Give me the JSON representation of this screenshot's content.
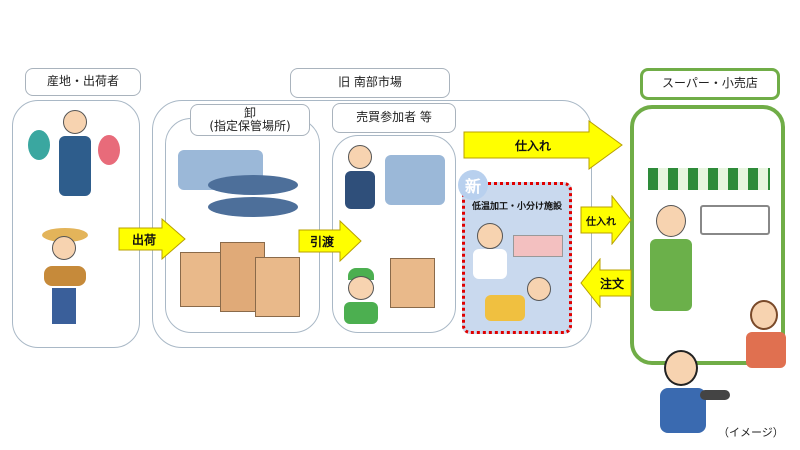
{
  "labels": {
    "producer": "産地・出荷者",
    "market": "旧 南部市場",
    "wholesale_line1": "卸",
    "wholesale_line2": "(指定保管場所)",
    "buyers": "売買参加者 等",
    "retail": "スーパー・小売店",
    "new_badge": "新",
    "facility": "低温加工・小分け施設",
    "image_note": "（イメージ）"
  },
  "arrows": {
    "ship": "出荷",
    "handover": "引渡",
    "purchase_top": "仕入れ",
    "purchase_facility": "仕入れ",
    "order": "注文"
  },
  "colors": {
    "arrow_fill": "#ffff00",
    "arrow_stroke": "#b8a000",
    "retail_green": "#70ad47",
    "facility_red": "#e00000"
  }
}
